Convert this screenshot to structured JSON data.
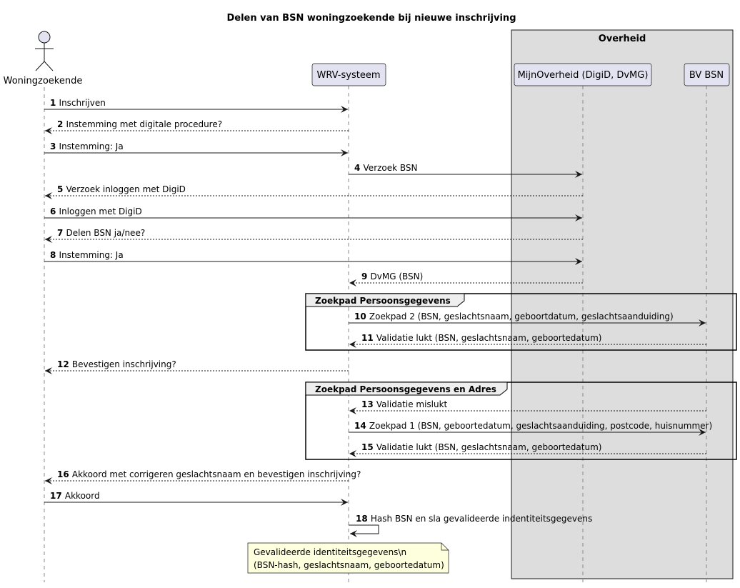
{
  "title": "Delen van BSN woningzoekende bij nieuwe inschrijving",
  "box": {
    "label": "Overheid"
  },
  "participants": [
    {
      "id": "wz",
      "label": "Woningzoekende",
      "kind": "actor"
    },
    {
      "id": "wrv",
      "label": "WRV-systeem",
      "kind": "participant"
    },
    {
      "id": "mo",
      "label": "MijnOverheid (DigiD, DvMG)",
      "kind": "participant"
    },
    {
      "id": "bv",
      "label": "BV BSN",
      "kind": "participant"
    }
  ],
  "messages": [
    {
      "num": "1",
      "text": "Inschrijven",
      "from": "wz",
      "to": "wrv",
      "style": "solid"
    },
    {
      "num": "2",
      "text": "Instemming met digitale procedure?",
      "from": "wrv",
      "to": "wz",
      "style": "dashed"
    },
    {
      "num": "3",
      "text": "Instemming: Ja",
      "from": "wz",
      "to": "wrv",
      "style": "solid"
    },
    {
      "num": "4",
      "text": "Verzoek BSN",
      "from": "wrv",
      "to": "mo",
      "style": "solid"
    },
    {
      "num": "5",
      "text": "Verzoek inloggen met DigiD",
      "from": "mo",
      "to": "wz",
      "style": "dashed"
    },
    {
      "num": "6",
      "text": "Inloggen met DigiD",
      "from": "wz",
      "to": "mo",
      "style": "solid"
    },
    {
      "num": "7",
      "text": "Delen BSN ja/nee?",
      "from": "mo",
      "to": "wz",
      "style": "dashed"
    },
    {
      "num": "8",
      "text": "Instemming: Ja",
      "from": "wz",
      "to": "mo",
      "style": "solid"
    },
    {
      "num": "9",
      "text": "DvMG (BSN)",
      "from": "mo",
      "to": "wrv",
      "style": "dashed"
    },
    {
      "num": "10",
      "text": "Zoekpad 2 (BSN, geslachtsnaam, geboortdatum, geslachtsaanduiding)",
      "from": "wrv",
      "to": "bv",
      "style": "solid"
    },
    {
      "num": "11",
      "text": "Validatie lukt (BSN, geslachtsnaam, geboortedatum)",
      "from": "bv",
      "to": "wrv",
      "style": "dashed"
    },
    {
      "num": "12",
      "text": "Bevestigen inschrijving?",
      "from": "wrv",
      "to": "wz",
      "style": "dashed"
    },
    {
      "num": "13",
      "text": "Validatie mislukt",
      "from": "bv",
      "to": "wrv",
      "style": "dashed"
    },
    {
      "num": "14",
      "text": "Zoekpad 1 (BSN, geboortedatum, geslachtsaanduiding, postcode, huisnummer)",
      "from": "wrv",
      "to": "bv",
      "style": "solid"
    },
    {
      "num": "15",
      "text": "Validatie lukt (BSN, geslachtsnaam, geboortedatum)",
      "from": "bv",
      "to": "wrv",
      "style": "dashed"
    },
    {
      "num": "16",
      "text": "Akkoord met corrigeren geslachtsnaam en bevestigen inschrijving?",
      "from": "wrv",
      "to": "wz",
      "style": "dashed"
    },
    {
      "num": "17",
      "text": "Akkoord",
      "from": "wz",
      "to": "wrv",
      "style": "solid"
    },
    {
      "num": "18",
      "text": "Hash BSN en sla gevalideerde indentiteitsgegevens",
      "from": "wrv",
      "to": "wrv",
      "style": "self"
    }
  ],
  "groups": [
    {
      "title": "Zoekpad Persoonsgegevens",
      "first": 10,
      "last": 11
    },
    {
      "title": "Zoekpad Persoonsgegevens en Adres",
      "first": 13,
      "last": 15
    }
  ],
  "note": {
    "lines": [
      "Gevalideerde identiteitsgegevens\\n",
      "(BSN-hash, geslachtsnaam, geboortedatum)"
    ]
  },
  "colors": {
    "participant_fill": "#E2E2F0",
    "participant_border": "#181818",
    "box_fill": "#DDDDDD",
    "note_fill": "#FEFFDD",
    "line": "#181818",
    "lifeline": "#888888"
  }
}
